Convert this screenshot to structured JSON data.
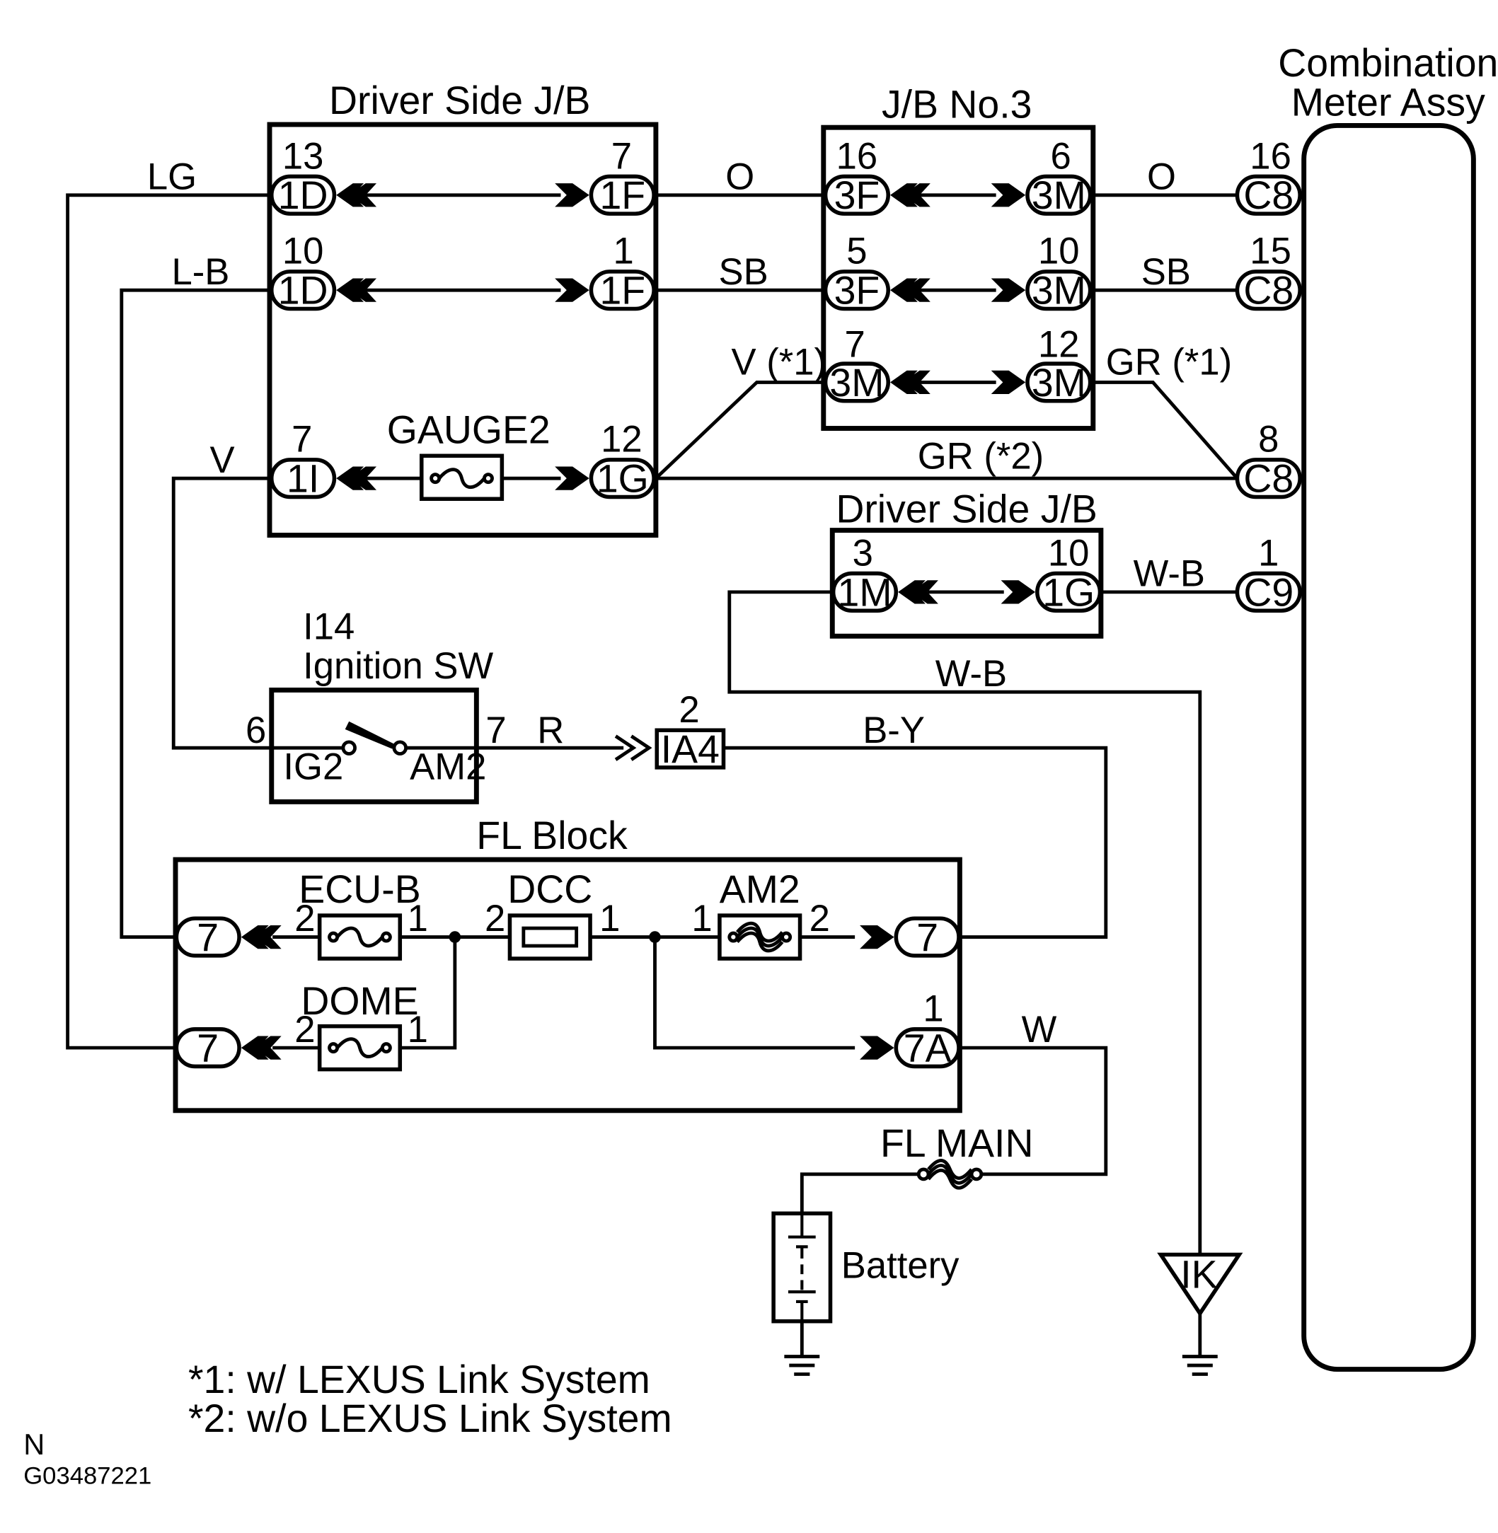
{
  "components": {
    "jb_top": "Driver Side J/B",
    "jb3": "J/B No.3",
    "meter_line1": "Combination",
    "meter_line2": "Meter Assy",
    "jb_mid": "Driver Side J/B",
    "ig_code": "I14",
    "ig_name": "Ignition SW",
    "fl_block": "FL Block",
    "battery": "Battery",
    "ground_ik": "IK"
  },
  "wires": {
    "lg": "LG",
    "lb": "L-B",
    "v": "V",
    "o1": "O",
    "sb1": "SB",
    "v1": "V (*1)",
    "o2": "O",
    "sb2": "SB",
    "gr1": "GR (*1)",
    "gr2": "GR (*2)",
    "wb1": "W-B",
    "wb2": "W-B",
    "r": "R",
    "by": "B-Y",
    "w": "W"
  },
  "connectors": {
    "jbt_1d13": {
      "pin": "13",
      "code": "1D"
    },
    "jbt_1f7": {
      "pin": "7",
      "code": "1F"
    },
    "jbt_1d10": {
      "pin": "10",
      "code": "1D"
    },
    "jbt_1f1": {
      "pin": "1",
      "code": "1F"
    },
    "jbt_1i7": {
      "pin": "7",
      "code": "1I"
    },
    "jbt_1g12": {
      "pin": "12",
      "code": "1G"
    },
    "jb3_3f16": {
      "pin": "16",
      "code": "3F"
    },
    "jb3_3m6": {
      "pin": "6",
      "code": "3M"
    },
    "jb3_3f5": {
      "pin": "5",
      "code": "3F"
    },
    "jb3_3m10": {
      "pin": "10",
      "code": "3M"
    },
    "jb3_3m7": {
      "pin": "7",
      "code": "3M"
    },
    "jb3_3m12": {
      "pin": "12",
      "code": "3M"
    },
    "m_c8_16": {
      "pin": "16",
      "code": "C8"
    },
    "m_c8_15": {
      "pin": "15",
      "code": "C8"
    },
    "m_c8_8": {
      "pin": "8",
      "code": "C8"
    },
    "m_c9_1": {
      "pin": "1",
      "code": "C9"
    },
    "jbm_1m3": {
      "pin": "3",
      "code": "1M"
    },
    "jbm_1g10": {
      "pin": "10",
      "code": "1G"
    },
    "ia4": {
      "pin": "2",
      "code": "IA4"
    },
    "fl_7a": {
      "pin": "7"
    },
    "fl_7b": {
      "pin": "7"
    },
    "fl_7c": {
      "pin": "7"
    },
    "fl_7a1": {
      "pin": "1",
      "code": "7A"
    }
  },
  "fuses": {
    "gauge2": "GAUGE2",
    "ecub": "ECU-B",
    "dcc": "DCC",
    "am2": "AM2",
    "dome": "DOME",
    "flmain": "FL MAIN"
  },
  "fuse_pins": {
    "ecub_l": "2",
    "ecub_r": "1",
    "dcc_l": "2",
    "dcc_r": "1",
    "am2_l": "1",
    "am2_r": "2",
    "dome_l": "2",
    "dome_r": "1"
  },
  "ignition": {
    "pin_in": "6",
    "pin_out": "7",
    "term_in": "IG2",
    "term_out": "AM2"
  },
  "notes": [
    "*1: w/ LEXUS Link System",
    "*2: w/o LEXUS Link System"
  ],
  "footer": {
    "letter": "N",
    "code": "G03487221"
  }
}
